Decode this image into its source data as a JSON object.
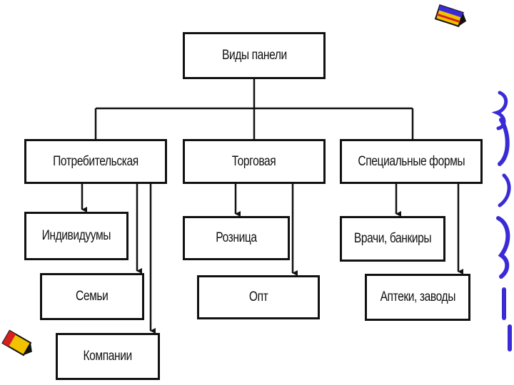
{
  "diagram": {
    "root": "Виды панели",
    "categories": [
      {
        "label": "Потребительская",
        "children": [
          "Индивидуумы",
          "Семьи",
          "Компании"
        ]
      },
      {
        "label": "Торговая",
        "children": [
          "Розница",
          "Опт"
        ]
      },
      {
        "label": "Специальные формы",
        "children": [
          "Врачи, банкиры",
          "Аптеки, заводы"
        ]
      }
    ]
  },
  "colors": {
    "line": "#111111",
    "deco_purple": "#3a2bd6",
    "deco_red": "#d62020",
    "deco_yellow": "#f2c200"
  }
}
